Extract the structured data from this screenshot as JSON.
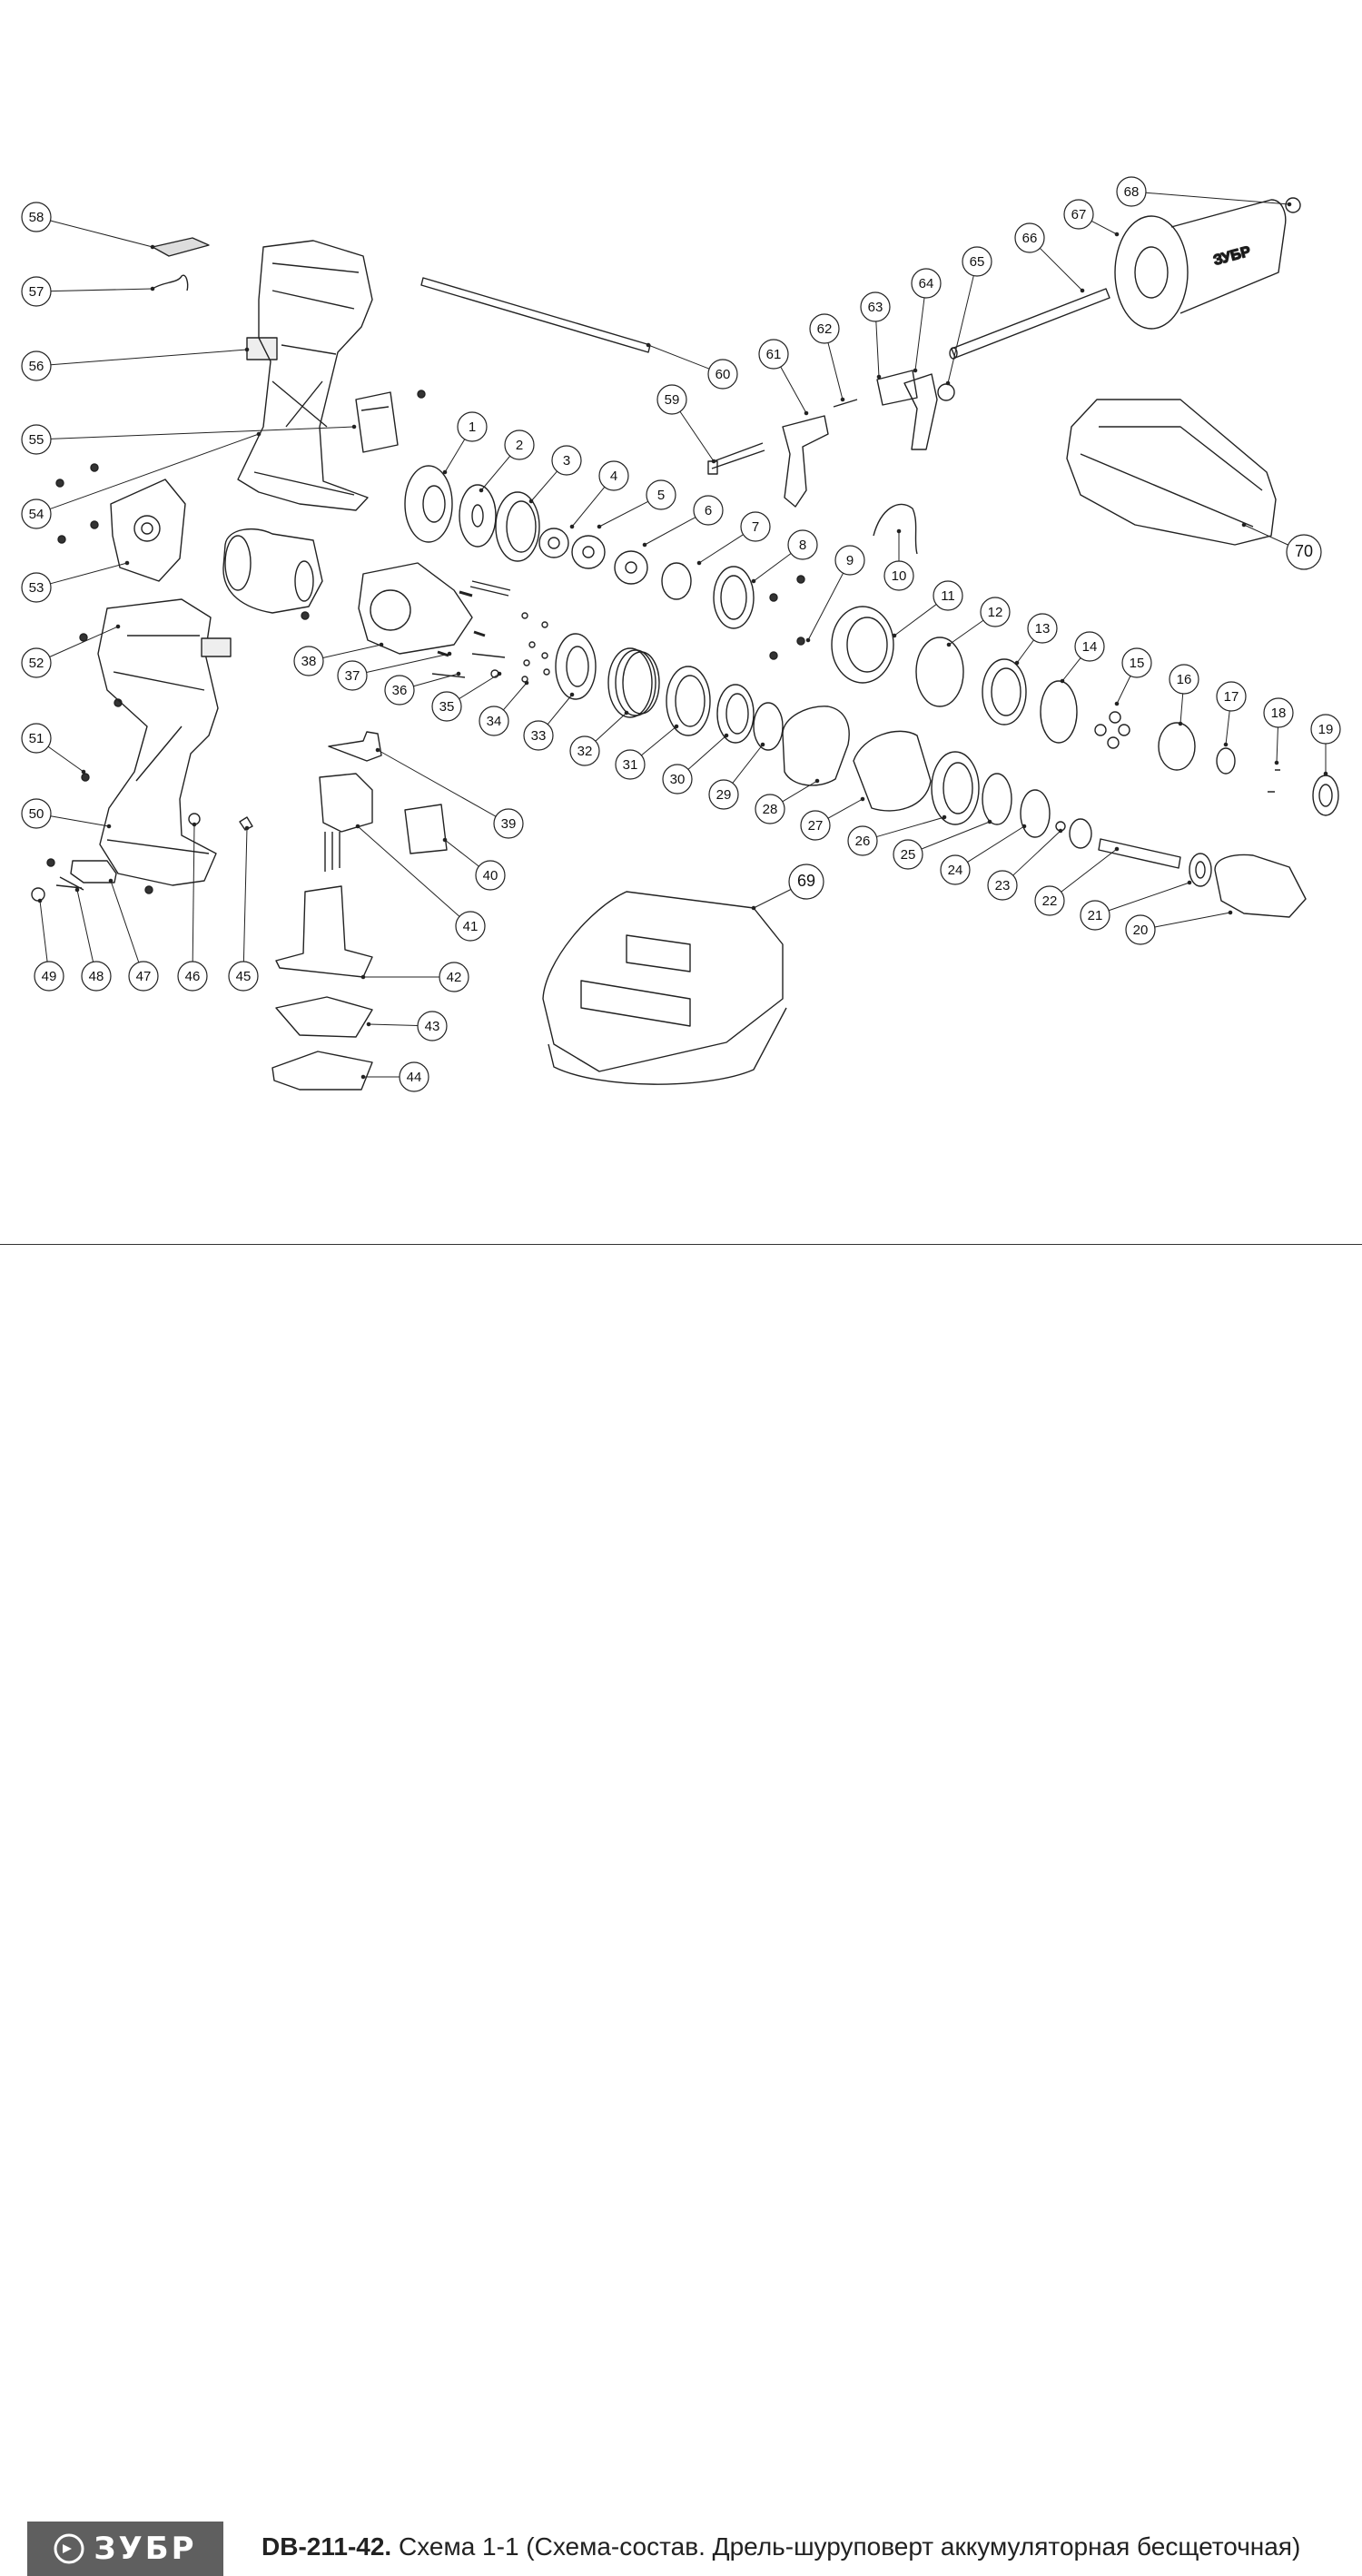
{
  "diagram": {
    "callouts": [
      "1",
      "2",
      "3",
      "4",
      "5",
      "6",
      "7",
      "8",
      "9",
      "10",
      "11",
      "12",
      "13",
      "14",
      "15",
      "16",
      "17",
      "18",
      "19",
      "20",
      "21",
      "22",
      "23",
      "24",
      "25",
      "26",
      "27",
      "28",
      "29",
      "30",
      "31",
      "32",
      "33",
      "34",
      "35",
      "36",
      "37",
      "38",
      "39",
      "40",
      "41",
      "42",
      "43",
      "44",
      "45",
      "46",
      "47",
      "48",
      "49",
      "50",
      "51",
      "52",
      "53",
      "54",
      "55",
      "56",
      "57",
      "58",
      "59",
      "60",
      "61",
      "62",
      "63",
      "64",
      "65",
      "66",
      "67",
      "68",
      "69",
      "70"
    ],
    "handle_brand_text": "ЗУБР"
  },
  "footer": {
    "logo_text": "ЗУБР",
    "model": "DB-211-42.",
    "caption": " Схема 1-1 (Схема-состав. Дрель-шуруповерт аккумуляторная бесщеточная)"
  }
}
